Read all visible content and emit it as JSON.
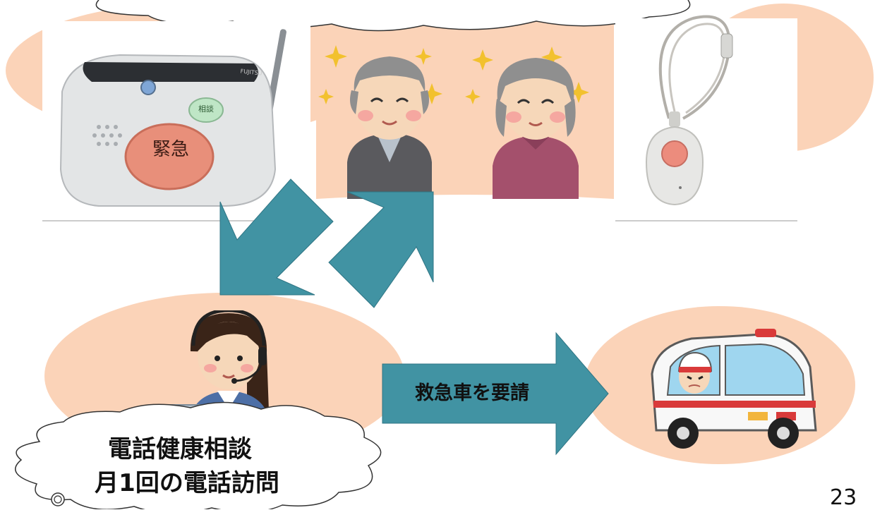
{
  "device_base": {
    "emergency_label": "緊急",
    "consult_label": "相談",
    "brand_label": "FUJITSU"
  },
  "arrow_right": {
    "label": "救急車を要請"
  },
  "operator_cloud": {
    "line1": "電話健康相談",
    "line2": "月1回の電話訪問"
  },
  "slide": {
    "number": "23"
  },
  "colors": {
    "peach": "#fbd3b8",
    "teal": "#4193a3",
    "teal_dark": "#2b6f7d",
    "ambulance_red": "#d93a3a"
  },
  "icons": [
    "emergency-call-device",
    "pendant-button",
    "elderly-couple",
    "call-center-operator",
    "ambulance"
  ]
}
